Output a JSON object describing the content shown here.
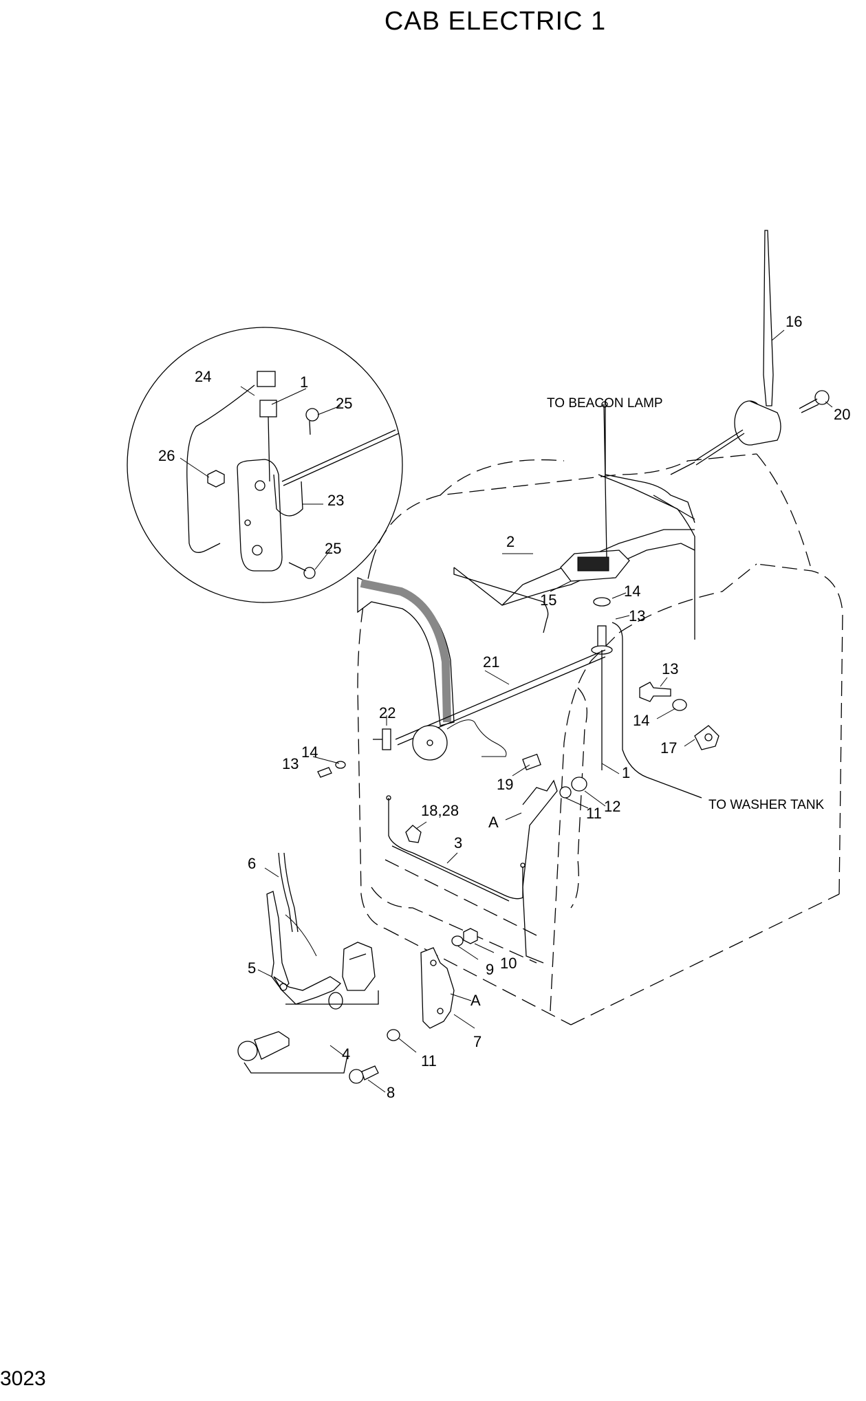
{
  "title": "CAB ELECTRIC 1",
  "page_number": "3023",
  "callouts": {
    "beacon": "TO BEACON LAMP",
    "washer": "TO WASHER TANK"
  },
  "labels": {
    "p1_detail": "1",
    "p24": "24",
    "p25_top": "25",
    "p26": "26",
    "p23": "23",
    "p25_bot": "25",
    "p16": "16",
    "p20": "20",
    "p2": "2",
    "p15": "15",
    "p14_mid": "14",
    "p13_mid": "13",
    "p21": "21",
    "p13_right": "13",
    "p14_right": "14",
    "p17": "17",
    "p22": "22",
    "p14_left": "14",
    "p13_left": "13",
    "p19": "19",
    "p1_main": "1",
    "p18_28": "18,28",
    "pA_top": "A",
    "p11_top": "11",
    "p12": "12",
    "p3": "3",
    "p6": "6",
    "p5": "5",
    "p9": "9",
    "p10": "10",
    "pA_bot": "A",
    "p7": "7",
    "p4": "4",
    "p11_bot": "11",
    "p8": "8"
  }
}
